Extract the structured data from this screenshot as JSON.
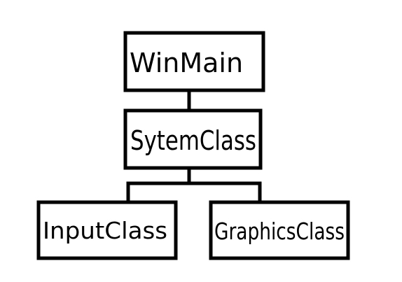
{
  "diagram": {
    "type": "hierarchy",
    "line_color": "#000000",
    "box_fill": "#ffffff",
    "nodes": {
      "winmain": {
        "label": "WinMain"
      },
      "system": {
        "label": "SytemClass"
      },
      "input": {
        "label": "InputClass"
      },
      "graphics": {
        "label": "GraphicsClass"
      }
    },
    "edges": [
      {
        "from": "WinMain",
        "to": "SytemClass"
      },
      {
        "from": "SytemClass",
        "to": "InputClass"
      },
      {
        "from": "SytemClass",
        "to": "GraphicsClass"
      }
    ]
  }
}
